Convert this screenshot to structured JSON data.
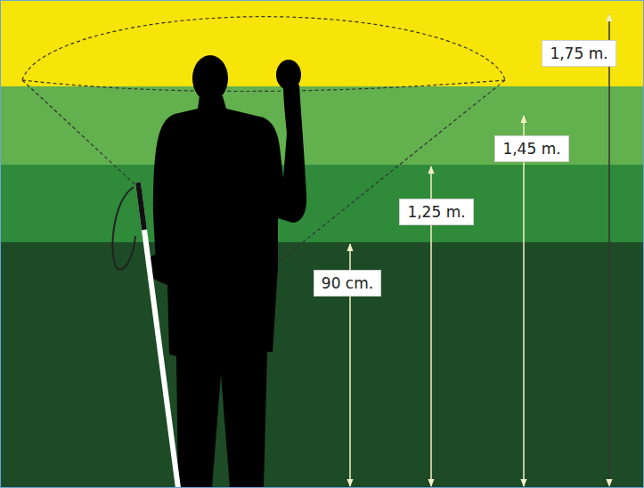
{
  "diagram": {
    "labels": [
      "1,75 m.",
      "1,45 m.",
      "1,25 m.",
      "90 cm."
    ]
  }
}
